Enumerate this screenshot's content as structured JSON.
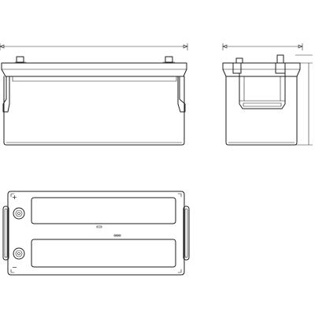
{
  "drawing": {
    "subject": "battery",
    "views": [
      {
        "id": "front",
        "label": ""
      },
      {
        "id": "side",
        "label": ""
      },
      {
        "id": "top",
        "label": ""
      }
    ],
    "terminal_markings": [
      "+",
      "−"
    ],
    "line_color": "#1e1e1e",
    "background": "#ffffff"
  }
}
